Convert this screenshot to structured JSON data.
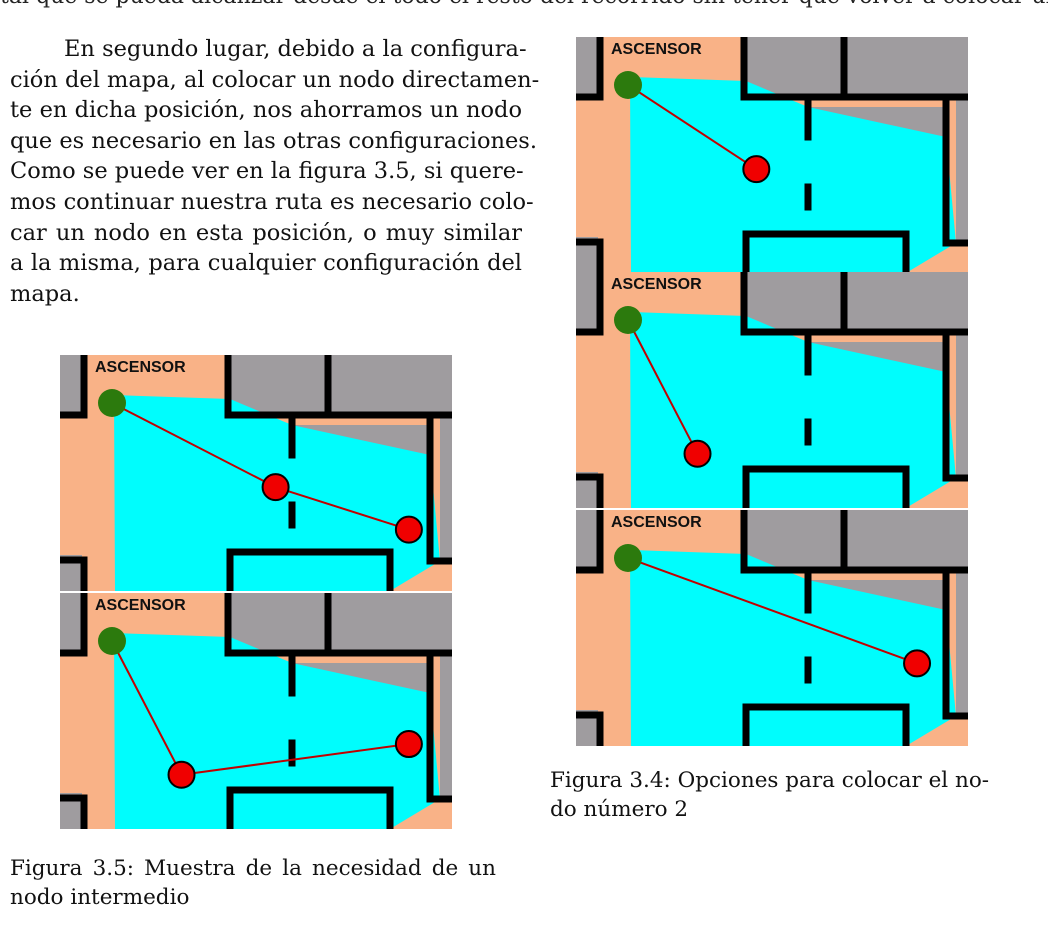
{
  "top_cut_text": "tal que se pueda alcanzar desde él todo el resto del recorrido sin tener que volver a colocar un nodo",
  "paragraph": {
    "lines": [
      "En segundo lugar, debido a la configura-",
      "ción del mapa, al colocar un nodo directamen-",
      "te en dicha posición, nos ahorramos un nodo",
      "que es necesario en las otras configuraciones.",
      "Como se puede ver en la figura 3.5, si quere-",
      "mos continuar nuestra ruta es necesario colo-",
      "car un nodo en esta posición, o muy similar",
      "a la misma, para cualquier configuración del",
      "mapa."
    ]
  },
  "map_label": "ASCENSOR",
  "colors": {
    "floor": "#f9b287",
    "wall_block": "#9f9c9f",
    "visible_area": "#00fdfd",
    "wall_line": "#000000",
    "start_node": "#2c7a0d",
    "node": "#f00000",
    "path": "#c00000"
  },
  "figure_3_5": {
    "caption_lines": [
      "Figura 3.5: Muestra de la necesidad de un",
      "nodo intermedio"
    ],
    "panels": [
      {
        "nodes": [
          [
            0.55,
            0.56
          ],
          [
            0.89,
            0.74
          ]
        ]
      },
      {
        "nodes": [
          [
            0.31,
            0.77
          ],
          [
            0.89,
            0.64
          ]
        ]
      }
    ]
  },
  "figure_3_4": {
    "caption_lines": [
      "Figura 3.4: Opciones para colocar el no-",
      "do número 2"
    ],
    "panels": [
      {
        "nodes": [
          [
            0.46,
            0.56
          ]
        ]
      },
      {
        "nodes": [
          [
            0.31,
            0.77
          ]
        ]
      },
      {
        "nodes": [
          [
            0.87,
            0.65
          ]
        ]
      }
    ]
  }
}
